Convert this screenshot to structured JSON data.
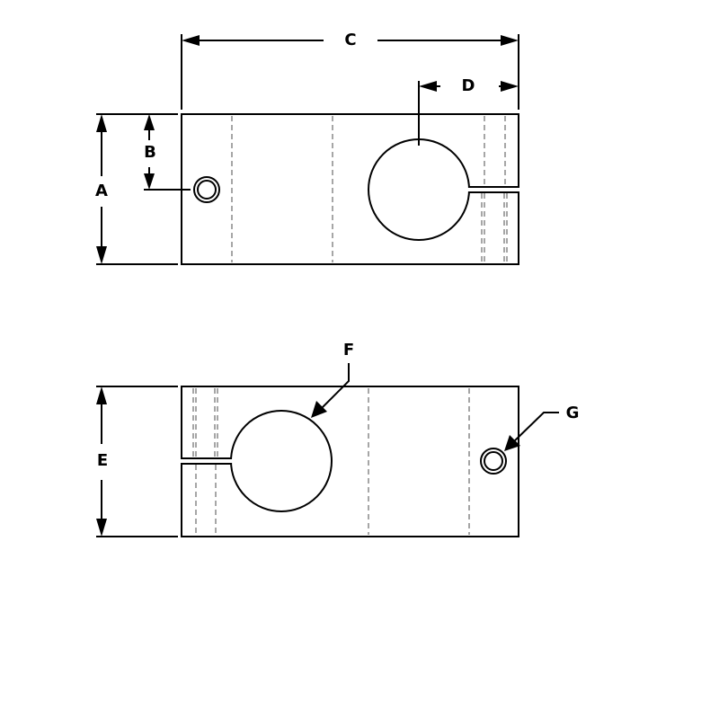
{
  "labels": {
    "a": "A",
    "b": "B",
    "c": "C",
    "d": "D",
    "e": "E",
    "f": "F",
    "g": "G"
  },
  "colors": {
    "outline": "#000000",
    "hidden_lines": "#888888"
  }
}
